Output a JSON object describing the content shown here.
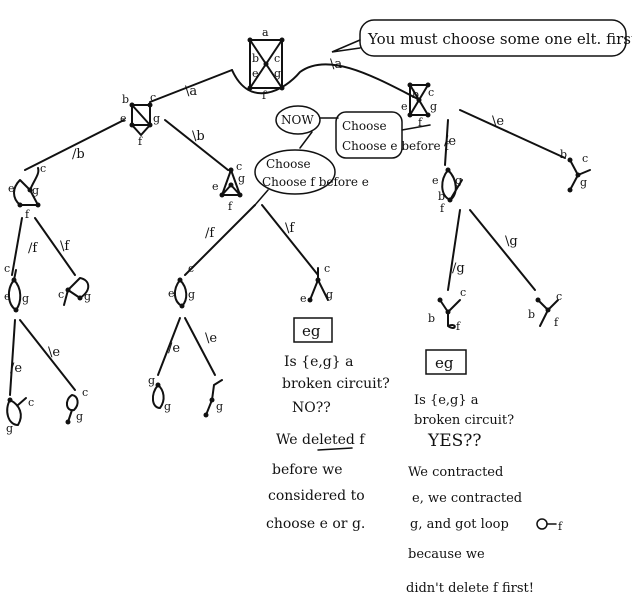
{
  "callouts": {
    "top_banner": "You must choose some one elt. first",
    "now": "NOW",
    "choose_e_before_f": "Choose e before f",
    "choose_f_before_e": "Choose f before e"
  },
  "edge_labels": {
    "root_left": "\\a",
    "root_right": "\\a",
    "b_left": "/b",
    "b_right": "\\b",
    "f_left": "/f",
    "f_right": "\\f",
    "mid_f_left": "/f",
    "mid_f_right": "\\f",
    "e_left": "/e",
    "e_right": "\\e",
    "g_left": "/g",
    "g_right": "\\g",
    "ll_e_left": "/e",
    "ll_e_right": "\\e",
    "ml_e_left": "/e",
    "ml_e_right": "\\e"
  },
  "vertex_letters": [
    "a",
    "b",
    "c",
    "e",
    "f",
    "g"
  ],
  "boxes": {
    "middle": "eg",
    "right": "eg"
  },
  "middle_notes": [
    "Is {e,g} a",
    "broken circuit?",
    "NO??",
    "We deleted f",
    "before we",
    "considered to",
    "choose e or g."
  ],
  "right_notes": [
    "Is {e,g} a",
    "broken circuit?",
    "YES??",
    "We contracted",
    "e, we contracted",
    "g, and got loop",
    "because we",
    "didn't delete f first!"
  ],
  "loop_label": "f"
}
